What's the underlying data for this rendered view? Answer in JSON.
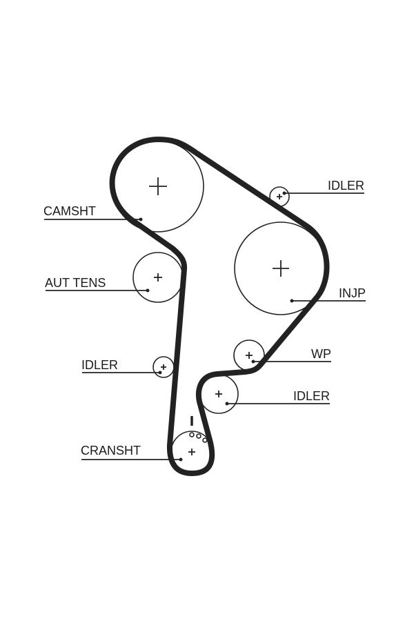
{
  "labels": {
    "camshaft": "CAMSHT",
    "auto_tensioner": "AUT TENS",
    "idler_left": "IDLER",
    "crankshaft": "CRANSHT",
    "idler_top_right": "IDLER",
    "injection_pump": "INJP",
    "water_pump": "WP",
    "idler_bottom_right": "IDLER"
  },
  "colors": {
    "ink": "#222222",
    "background": "#ffffff"
  }
}
